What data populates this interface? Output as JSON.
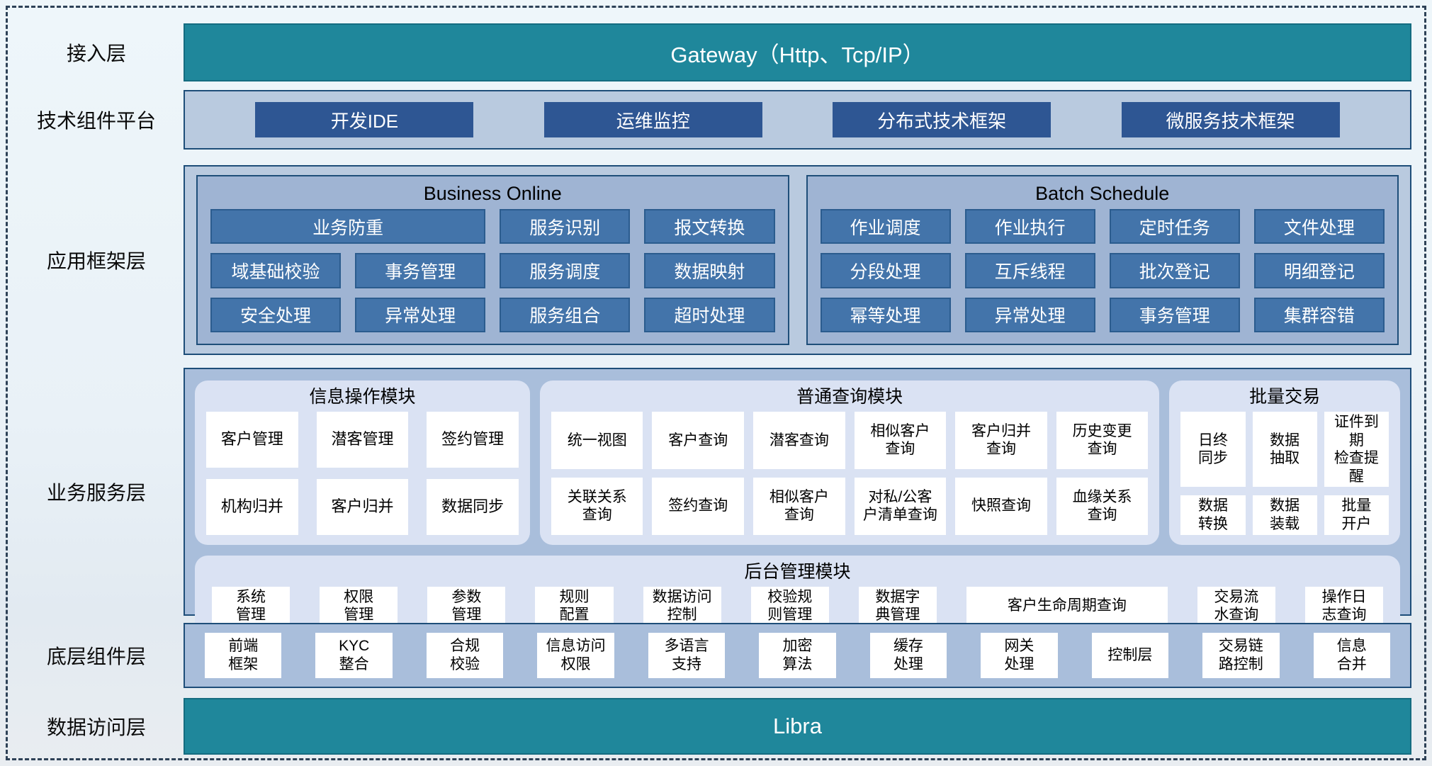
{
  "colors": {
    "teal_bar": "#1f879b",
    "panel_light_blue": "#b9cadf",
    "inner_panel_blue": "#9fb4d3",
    "chip_steel_blue": "#4374aa",
    "button_navy": "#2e5693",
    "service_panel_blue": "#a9bedb",
    "module_lavender": "#dae2f3",
    "box_white": "#ffffff",
    "border_navy": "#1e4e79",
    "dashed_frame": "#2e4257"
  },
  "layers": {
    "access": {
      "label": "接入层",
      "bar": "Gateway（Http、Tcp/IP）"
    },
    "tech": {
      "label": "技术组件平台",
      "items": [
        "开发IDE",
        "运维监控",
        "分布式技术框架",
        "微服务技术框架"
      ]
    },
    "app_framework": {
      "label": "应用框架层",
      "business_online": {
        "title": "Business Online",
        "items": [
          "业务防重",
          "服务识别",
          "报文转换",
          "域基础校验",
          "事务管理",
          "服务调度",
          "数据映射",
          "安全处理",
          "异常处理",
          "服务组合",
          "超时处理"
        ]
      },
      "batch_schedule": {
        "title": "Batch Schedule",
        "items": [
          "作业调度",
          "作业执行",
          "定时任务",
          "文件处理",
          "分段处理",
          "互斥线程",
          "批次登记",
          "明细登记",
          "幂等处理",
          "异常处理",
          "事务管理",
          "集群容错"
        ]
      }
    },
    "business_service": {
      "label": "业务服务层",
      "modules": [
        {
          "title": "信息操作模块",
          "items": [
            "客户管理",
            "潜客管理",
            "签约管理",
            "机构归并",
            "客户归并",
            "数据同步"
          ]
        },
        {
          "title": "普通查询模块",
          "items": [
            "统一视图",
            "客户查询",
            "潜客查询",
            "相似客户\n查询",
            "客户归并\n查询",
            "历史变更\n查询",
            "关联关系\n查询",
            "签约查询",
            "相似客户\n查询",
            "对私/公客\n户清单查询",
            "快照查询",
            "血缘关系\n查询"
          ]
        },
        {
          "title": "批量交易",
          "items": [
            "日终\n同步",
            "数据\n抽取",
            "证件到期\n检查提醒",
            "数据\n转换",
            "数据\n装载",
            "批量\n开户"
          ]
        }
      ],
      "admin": {
        "title": "后台管理模块",
        "items": [
          "系统\n管理",
          "权限\n管理",
          "参数\n管理",
          "规则\n配置",
          "数据访问\n控制",
          "校验规\n则管理",
          "数据字\n典管理",
          "客户生命周期查询",
          "交易流\n水查询",
          "操作日\n志查询"
        ]
      }
    },
    "bottom_components": {
      "label": "底层组件层",
      "items": [
        "前端\n框架",
        "KYC\n整合",
        "合规\n校验",
        "信息访问\n权限",
        "多语言\n支持",
        "加密\n算法",
        "缓存\n处理",
        "网关\n处理",
        "控制层",
        "交易链\n路控制",
        "信息\n合并"
      ]
    },
    "data_access": {
      "label": "数据访问层",
      "bar": "Libra"
    }
  }
}
